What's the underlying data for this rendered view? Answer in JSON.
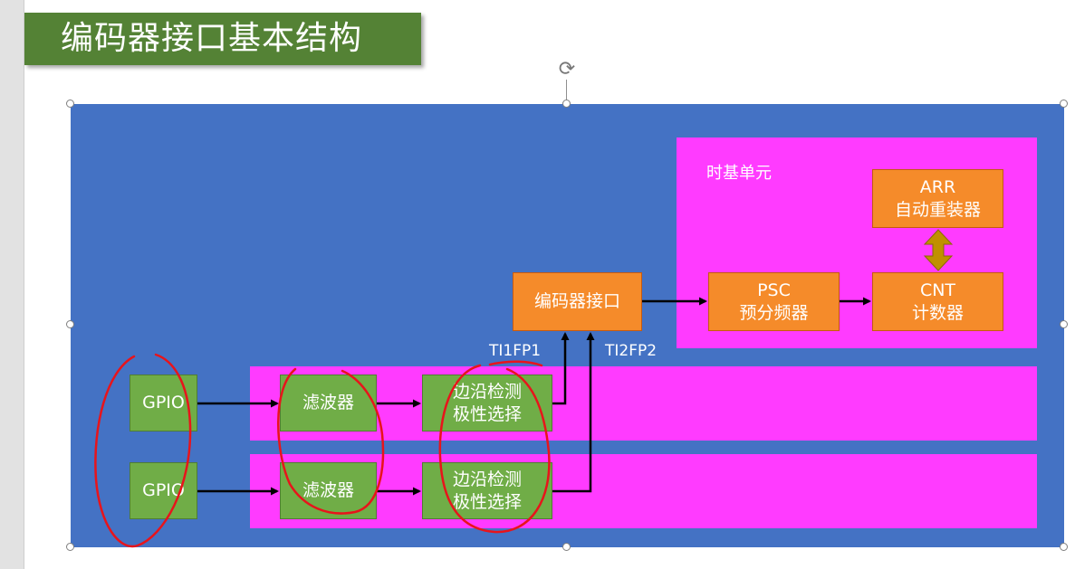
{
  "title": "编码器接口基本结构",
  "diagram": {
    "time_base_label": "时基单元",
    "gpio_1": "GPIO",
    "gpio_2": "GPIO",
    "filter_1": "滤波器",
    "filter_2": "滤波器",
    "edge_polarity_1": "边沿检测\n极性选择",
    "edge_polarity_2": "边沿检测\n极性选择",
    "encoder_interface": "编码器接口",
    "psc": "PSC\n预分频器",
    "cnt": "CNT\n计数器",
    "arr": "ARR\n自动重装器",
    "signal_1": "TI1FP1",
    "signal_2": "TI2FP2"
  },
  "colors": {
    "title_bg": "#548235",
    "panel_blue": "#4472c4",
    "magenta": "#ff3bff",
    "green_block": "#70ad47",
    "orange_block": "#f58b2a",
    "annotation_red": "#e8141b"
  },
  "icons": [
    "rotate-handle-icon"
  ]
}
